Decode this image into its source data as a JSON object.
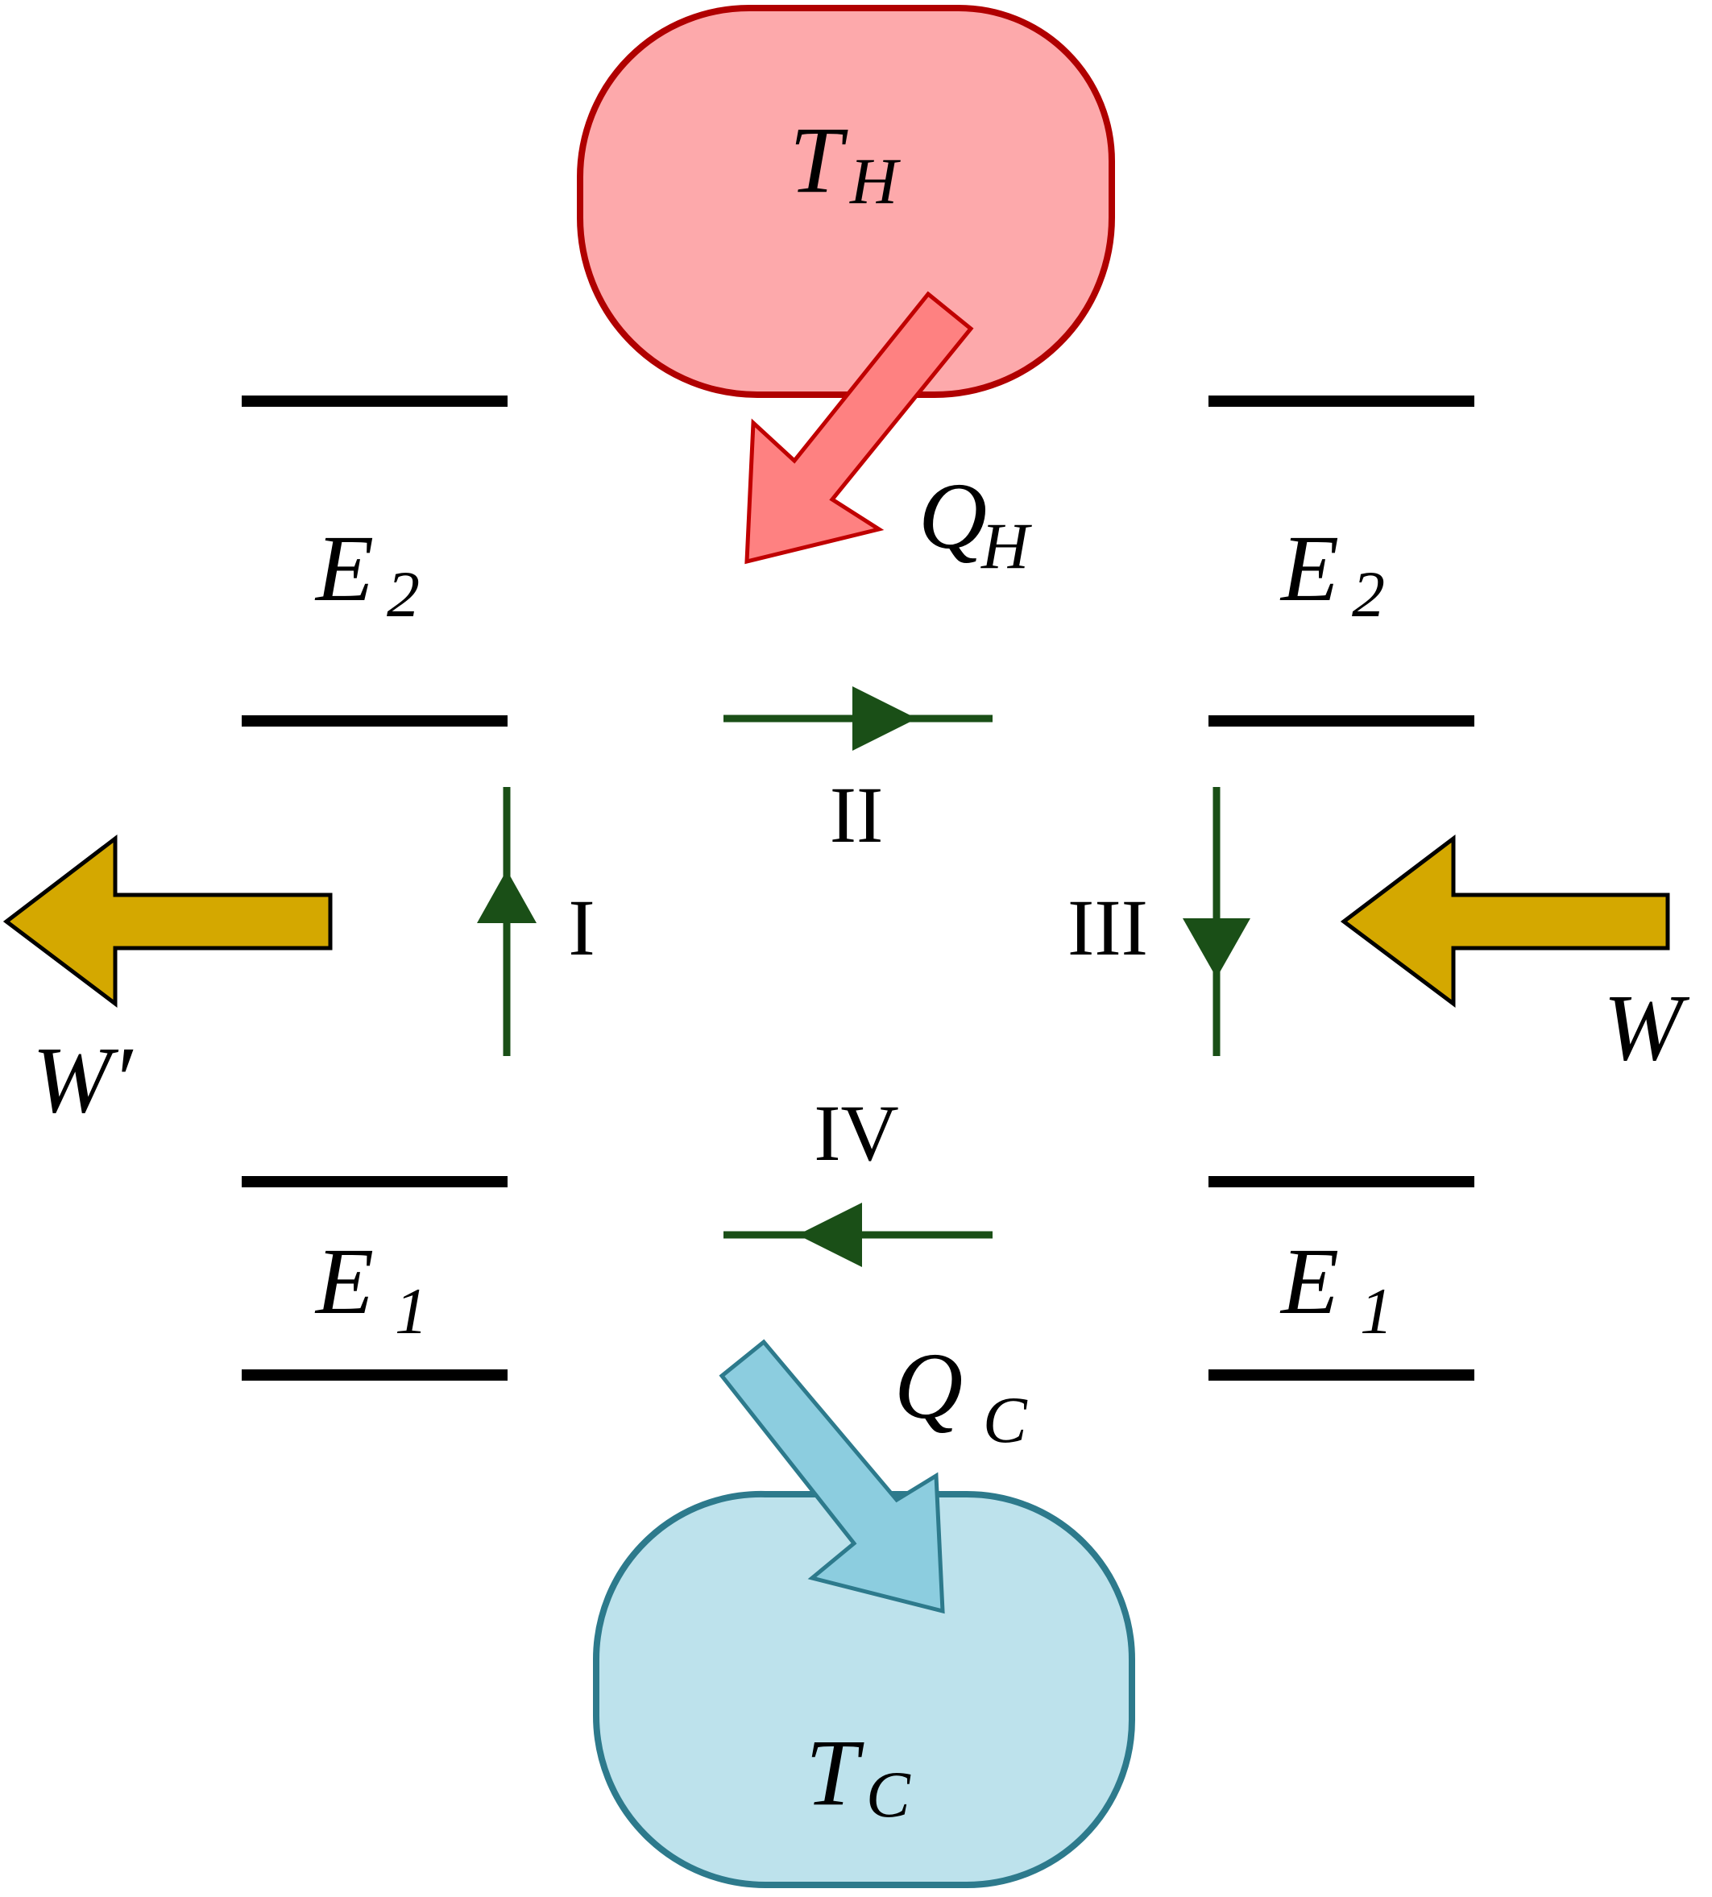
{
  "colors": {
    "hot_fill": "#fda9ab",
    "hot_stroke": "#b00000",
    "hot_arrow_fill": "#fe8181",
    "hot_arrow_stroke": "#c00000",
    "cold_fill": "#bde2ec",
    "cold_stroke": "#2d7a8c",
    "cold_arrow_fill": "#8ccddf",
    "cold_arrow_stroke": "#2d7a8c",
    "work_fill": "#d4a800",
    "cycle_green": "#1a4f17",
    "level_line": "#000000"
  },
  "reservoirs": {
    "hot": {
      "label": "T",
      "subscript": "H"
    },
    "cold": {
      "label": "T",
      "subscript": "C"
    }
  },
  "heat": {
    "hot": {
      "label": "Q",
      "subscript": "H"
    },
    "cold": {
      "label": "Q",
      "subscript": "C"
    }
  },
  "levels": {
    "left": {
      "upper": {
        "label": "E",
        "subscript": "2"
      },
      "lower": {
        "label": "E",
        "subscript": "1"
      }
    },
    "right": {
      "upper": {
        "label": "E",
        "subscript": "2"
      },
      "lower": {
        "label": "E",
        "subscript": "1"
      }
    }
  },
  "strokes": {
    "stroke_1": "I",
    "stroke_2": "II",
    "stroke_3": "III",
    "stroke_4": "IV"
  },
  "work": {
    "output": "W′",
    "input": "W"
  },
  "icons": {
    "reservoir": "rounded-box",
    "heat_flow": "block-arrow",
    "work_flow": "block-arrow",
    "cycle_step": "triangle-arrow"
  }
}
